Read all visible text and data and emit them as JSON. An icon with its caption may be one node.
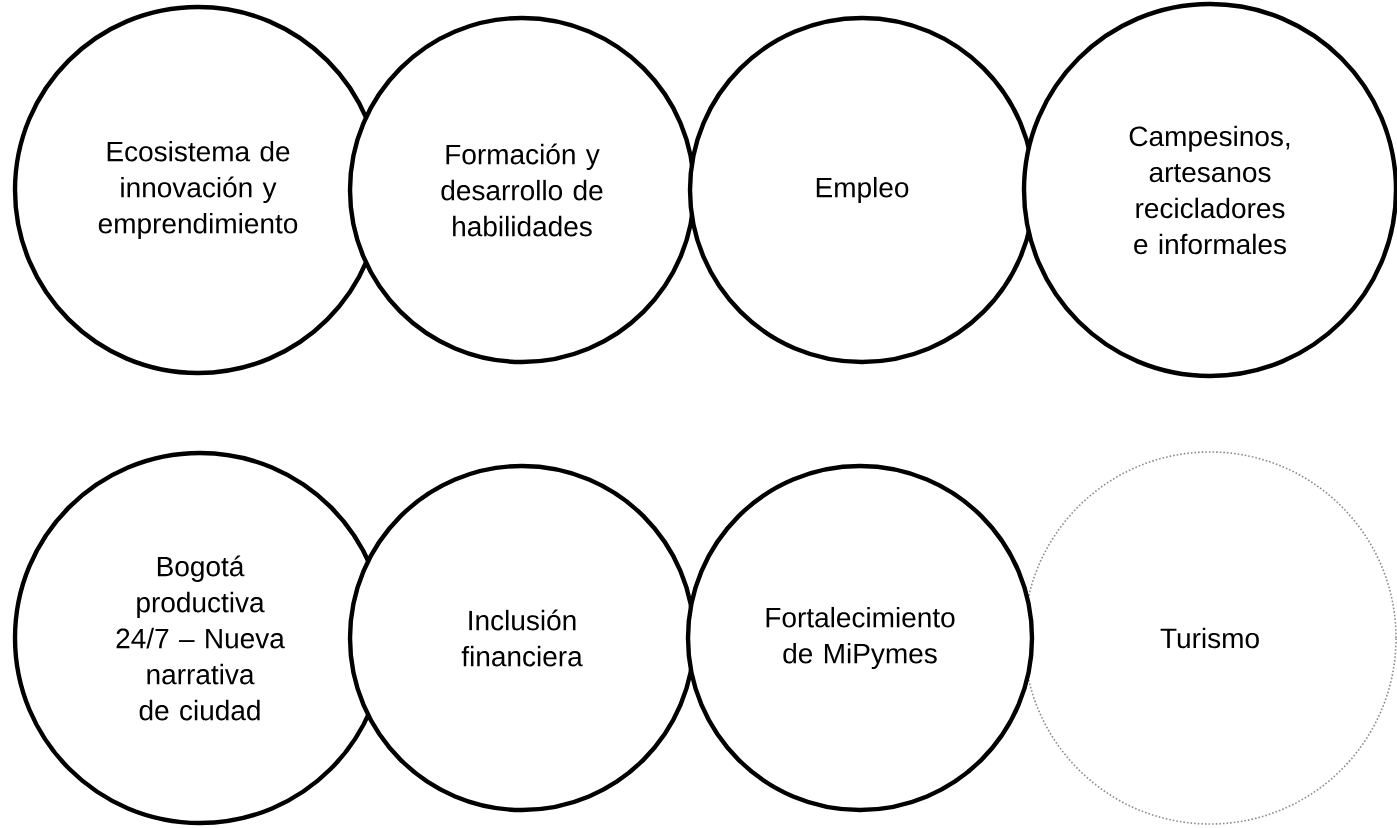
{
  "diagram": {
    "nodes": [
      {
        "text": [
          "Ecosistema de innovación y emprendimiento"
        ]
      },
      {
        "text": [
          "Formación y desarrollo de habilidades"
        ]
      },
      {
        "text": [
          "Empleo"
        ]
      },
      {
        "text": [
          "Campesinos, artesanos recicladores e informales"
        ]
      },
      {
        "text": [
          "Bogotá productiva 24/7 – Nueva narrativa de ciudad"
        ]
      },
      {
        "text": [
          "Inclusión financiera"
        ]
      },
      {
        "text": [
          "Fortalecimiento de MiPymes"
        ]
      },
      {
        "text": [
          "Turismo"
        ]
      }
    ]
  }
}
